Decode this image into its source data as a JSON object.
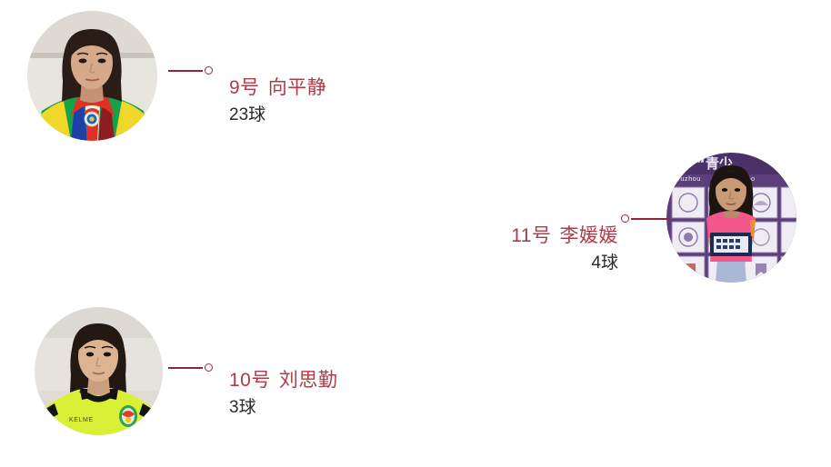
{
  "page": {
    "background_color": "#ffffff",
    "accent_color": "#b03a48",
    "connector_color": "#8f2636",
    "goals_text_color": "#2b2b2b"
  },
  "players": [
    {
      "id": "player-xiang-pingjing",
      "number": "9号",
      "name": "向平静",
      "goals": "23球",
      "photo": {
        "alt_name": "portrait-girl-colorful-scarf",
        "description": "Girl wearing a red neckerchief and a green-yellow jacket",
        "background_color": "#dedad4",
        "skin_color": "#d6a98a",
        "hair_color": "#2a1d17",
        "garment_colors": [
          "#17a24a",
          "#f2d72b",
          "#e03126",
          "#1f3fa8"
        ]
      }
    },
    {
      "id": "player-liu-siqin",
      "number": "10号",
      "name": "刘思勤",
      "goals": "3球",
      "photo": {
        "alt_name": "portrait-girl-yellow-jersey",
        "description": "Girl in a fluorescent yellow-green football jersey with KELME logo",
        "background_color": "#e3e1dd",
        "skin_color": "#dcb491",
        "hair_color": "#241812",
        "garment_colors": [
          "#d8f035",
          "#111111",
          "#e23b2c"
        ],
        "jersey_brand": "KELME"
      }
    },
    {
      "id": "player-li-yuanyuan",
      "number": "11号",
      "name": "李媛媛",
      "goals": "4球",
      "photo": {
        "alt_name": "portrait-girl-pink-shirt-certificate",
        "description": "Girl in a pink shirt holding a certificate in front of a purple sponsor backdrop",
        "backdrop_color": "#5b3f7a",
        "backdrop_text_line1": "“青少",
        "backdrop_text_line2": "Wuzhou  Youth Foo",
        "skin_color": "#c99a76",
        "hair_color": "#1d1410",
        "garment_colors": [
          "#f2568a",
          "#aab8d8"
        ]
      }
    }
  ]
}
